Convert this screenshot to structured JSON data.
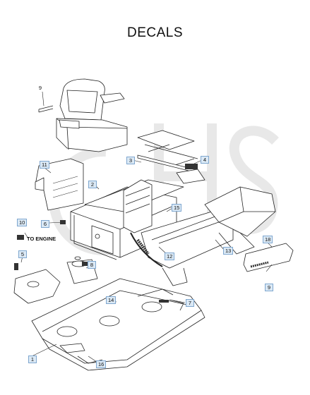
{
  "title": "DECALS",
  "callouts": {
    "c1": "1",
    "c2": "2",
    "c3": "3",
    "c4": "4",
    "c5": "5",
    "c6": "6",
    "c7": "7",
    "c8": "8",
    "c9a": "9",
    "c9b": "9",
    "c10": "10",
    "c11": "11",
    "c12": "12",
    "c13": "13",
    "c14": "14",
    "c15": "15",
    "c16": "16",
    "c18": "18"
  },
  "labels": {
    "to_engine": "TO ENGINE"
  },
  "watermark": "GHS",
  "colors": {
    "callout_fill": "#dbe9f5",
    "callout_border": "#7fa7cf",
    "line": "#222222",
    "watermark": "#e6e6e6"
  }
}
